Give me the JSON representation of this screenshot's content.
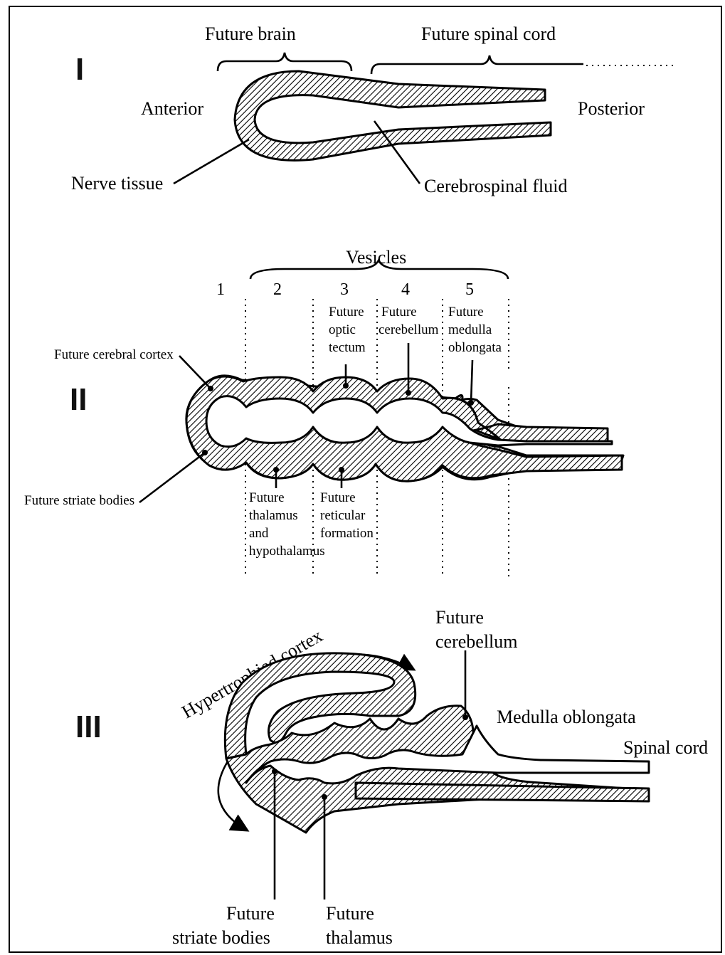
{
  "panel_1": {
    "numeral": "I",
    "future_brain": "Future brain",
    "future_spinal_cord": "Future spinal cord",
    "anterior": "Anterior",
    "posterior": "Posterior",
    "nerve_tissue": "Nerve tissue",
    "cerebrospinal_fluid": "Cerebrospinal fluid"
  },
  "panel_2": {
    "numeral": "II",
    "vesicles_title": "Vesicles",
    "vesicle_numbers": [
      "1",
      "2",
      "3",
      "4",
      "5"
    ],
    "top_labels": {
      "optic": [
        "Future",
        "optic",
        "tectum"
      ],
      "cerebellum": [
        "Future",
        "cerebellum"
      ],
      "medulla": [
        "Future",
        "medulla",
        "oblongata"
      ]
    },
    "cerebral_cortex": "Future cerebral cortex",
    "striate_bodies": "Future striate bodies",
    "bottom_labels": {
      "thalamus": [
        "Future",
        "thalamus",
        "and",
        "hypothalamus"
      ],
      "reticular": [
        "Future",
        "reticular",
        "formation"
      ]
    }
  },
  "panel_3": {
    "numeral": "III",
    "hypertrophied_cortex": "Hypertrophied cortex",
    "future_cerebellum": [
      "Future",
      "cerebellum"
    ],
    "medulla_oblongata": "Medulla oblongata",
    "spinal_cord": "Spinal cord",
    "future_striate_bodies": [
      "Future",
      "striate bodies"
    ],
    "future_thalamus": [
      "Future",
      "thalamus"
    ]
  }
}
